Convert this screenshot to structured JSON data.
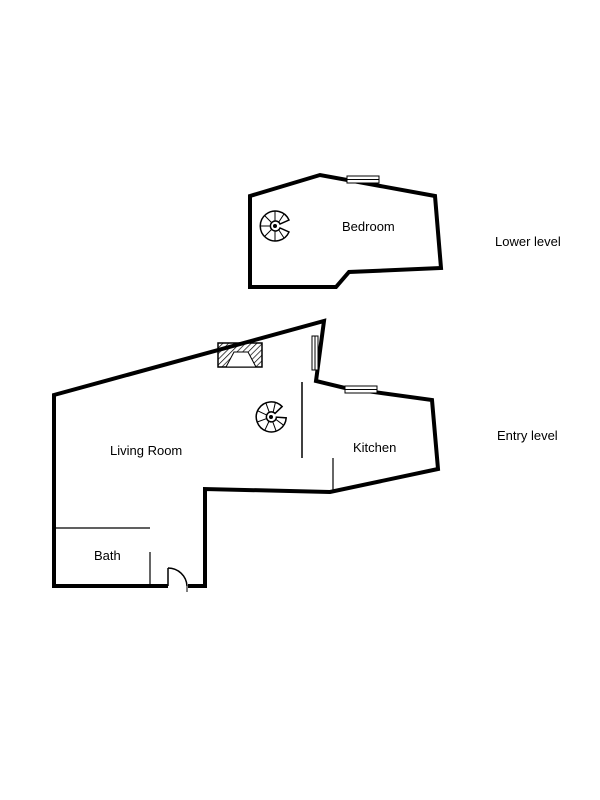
{
  "levels": {
    "lower": {
      "label": "Lower level",
      "rooms": {
        "bedroom": "Bedroom"
      }
    },
    "entry": {
      "label": "Entry level",
      "rooms": {
        "living_room": "Living Room",
        "kitchen": "Kitchen",
        "bath": "Bath"
      }
    }
  },
  "colors": {
    "wall": "#000000",
    "background": "#ffffff"
  }
}
